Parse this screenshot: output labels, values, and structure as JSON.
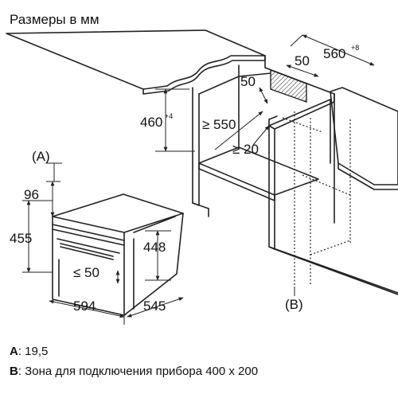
{
  "title": "Размеры в мм",
  "dimensions": {
    "niche_height": "460",
    "niche_height_tol": "+4",
    "niche_width": "560",
    "niche_width_tol": "+8",
    "niche_depth": "≥ 550",
    "vent_top": "50",
    "vent_side": "50",
    "gap": "≥ 20",
    "panel": "96",
    "appliance_height": "455",
    "inner_height": "448",
    "handle_gap": "≤ 50",
    "appliance_width": "594",
    "appliance_depth": "545"
  },
  "markers": {
    "a": "(A)",
    "b": "(B)"
  },
  "legend": [
    {
      "key": "A",
      "text": ": 19,5"
    },
    {
      "key": "B",
      "text": ": Зона для подключения прибора 400 х 200"
    }
  ]
}
